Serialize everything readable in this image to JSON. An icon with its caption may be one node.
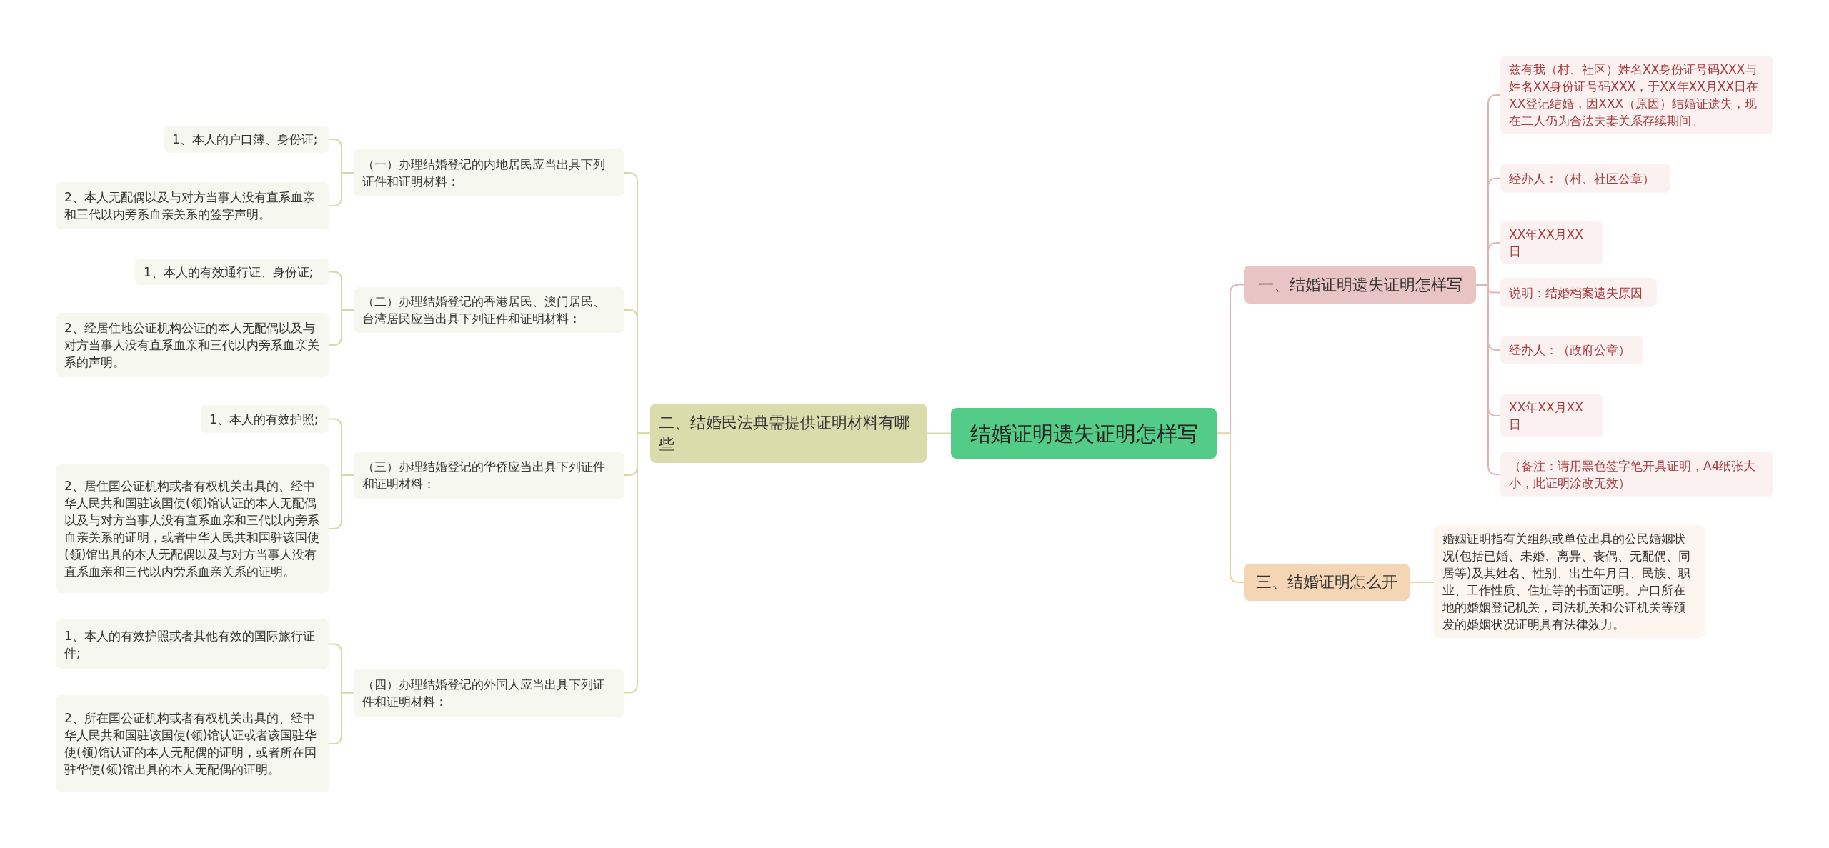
{
  "diagram": {
    "nodes": [
      {
        "text": [
          "结婚证明遗失证明怎样写"
        ]
      },
      {
        "text": [
          "一、结婚证明遗失证明怎样写"
        ]
      },
      {
        "text": [
          "兹有我（村、社区）姓名XX身份证号码XXX与姓名XX身份证号码XXX，于XX年XX月XX日在XX登记结婚，因XXX（原因）结婚证遗失，现在二人仍为合法夫妻关系存续期间。"
        ]
      },
      {
        "text": [
          "经办人：（村、社区公章）"
        ]
      },
      {
        "text": [
          "XX年XX月XX日"
        ]
      },
      {
        "text": [
          "说明：结婚档案遗失原因"
        ]
      },
      {
        "text": [
          "经办人：（政府公章）"
        ]
      },
      {
        "text": [
          "XX年XX月XX日"
        ]
      },
      {
        "text": [
          "（备注：请用黑色签字笔开具证明，A4纸张大小，此证明涂改无效）"
        ]
      },
      {
        "text": [
          "三、结婚证明怎么开"
        ]
      },
      {
        "text": [
          "婚姻证明指有关组织或单位出具的公民婚姻状况(包括已婚、未婚、离异、丧偶、无配偶、同居等)及其姓名、性别、出生年月日、民族、职业、工作性质、住址等的书面证明。户口所在地的婚姻登记机关，司法机关和公证机关等颁发的婚姻状况证明具有法律效力。"
        ]
      },
      {
        "text": [
          "二、结婚民法典需提供证明材料有哪些"
        ]
      },
      {
        "text": [
          "（一）办理结婚登记的内地居民应当出具下列证件和证明材料："
        ]
      },
      {
        "text": [
          "1、本人的户口簿、身份证;"
        ]
      },
      {
        "text": [
          "2、本人无配偶以及与对方当事人没有直系血亲和三代以内旁系血亲关系的签字声明。"
        ]
      },
      {
        "text": [
          "（二）办理结婚登记的香港居民、澳门居民、台湾居民应当出具下列证件和证明材料："
        ]
      },
      {
        "text": [
          "1、本人的有效通行证、身份证;"
        ]
      },
      {
        "text": [
          "2、经居住地公证机构公证的本人无配偶以及与对方当事人没有直系血亲和三代以内旁系血亲关系的声明。"
        ]
      },
      {
        "text": [
          "（三）办理结婚登记的华侨应当出具下列证件和证明材料："
        ]
      },
      {
        "text": [
          "1、本人的有效护照;"
        ]
      },
      {
        "text": [
          "2、居住国公证机构或者有权机关出具的、经中华人民共和国驻该国使(领)馆认证的本人无配偶以及与对方当事人没有直系血亲和三代以内旁系血亲关系的证明，或者中华人民共和国驻该国使(领)馆出具的本人无配偶以及与对方当事人没有直系血亲和三代以内旁系血亲关系的证明。"
        ]
      },
      {
        "text": [
          "（四）办理结婚登记的外国人应当出具下列证件和证明材料："
        ]
      },
      {
        "text": [
          "1、本人的有效护照或者其他有效的国际旅行证件;"
        ]
      },
      {
        "text": [
          "2、所在国公证机构或者有权机关出具的、经中华人民共和国驻该国使(领)馆认证或者该国驻华使(领)馆认证的本人无配偶的证明，或者所在国驻华使(领)馆出具的本人无配偶的证明。"
        ]
      }
    ],
    "edges": [
      {
        "from": 0,
        "to": 1,
        "arrow": "none",
        "color": "#e2b5b5"
      },
      {
        "from": 1,
        "to": 2,
        "arrow": "none",
        "color": "#e2b5b5"
      },
      {
        "from": 1,
        "to": 3,
        "arrow": "none",
        "color": "#e2b5b5"
      },
      {
        "from": 1,
        "to": 4,
        "arrow": "none",
        "color": "#e2b5b5"
      },
      {
        "from": 1,
        "to": 5,
        "arrow": "none",
        "color": "#e2b5b5"
      },
      {
        "from": 1,
        "to": 6,
        "arrow": "none",
        "color": "#e2b5b5"
      },
      {
        "from": 1,
        "to": 7,
        "arrow": "none",
        "color": "#e2b5b5"
      },
      {
        "from": 1,
        "to": 8,
        "arrow": "none",
        "color": "#e2b5b5"
      },
      {
        "from": 0,
        "to": 9,
        "arrow": "none",
        "color": "#f0cfa8"
      },
      {
        "from": 9,
        "to": 10,
        "arrow": "none",
        "color": "#f0cfa8"
      },
      {
        "from": 0,
        "to": 11,
        "arrow": "none"
      },
      {
        "from": 11,
        "to": 12,
        "arrow": "none"
      },
      {
        "from": 12,
        "to": 13,
        "arrow": "none"
      },
      {
        "from": 12,
        "to": 14,
        "arrow": "none"
      },
      {
        "from": 11,
        "to": 15,
        "arrow": "none"
      },
      {
        "from": 15,
        "to": 16,
        "arrow": "none"
      },
      {
        "from": 15,
        "to": 17,
        "arrow": "none"
      },
      {
        "from": 11,
        "to": 18,
        "arrow": "none"
      },
      {
        "from": 18,
        "to": 19,
        "arrow": "none"
      },
      {
        "from": 18,
        "to": 20,
        "arrow": "none"
      },
      {
        "from": 11,
        "to": 21,
        "arrow": "none"
      },
      {
        "from": 21,
        "to": 22,
        "arrow": "none"
      },
      {
        "from": 21,
        "to": 23,
        "arrow": "none"
      }
    ]
  }
}
